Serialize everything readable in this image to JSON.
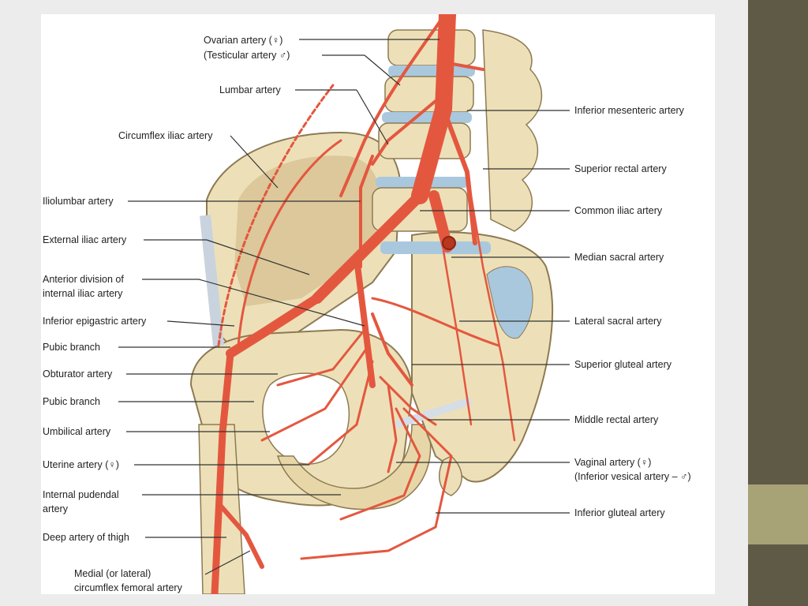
{
  "colors": {
    "bone": "#ede0b8",
    "bone_edge": "#8d7a52",
    "artery": "#e4573f",
    "artery_dark": "#b8371f",
    "disc": "#a9c8de",
    "leader": "#333333",
    "side_band": "#5f5a46",
    "side_block": "#a8a277"
  },
  "labels": {
    "ovarian_1": "Ovarian artery (♀)",
    "ovarian_2": "(Testicular artery ♂)",
    "lumbar": "Lumbar artery",
    "circumflex_iliac": "Circumflex iliac artery",
    "iliolumbar": "Iliolumbar artery",
    "external_iliac": "External iliac artery",
    "anterior_division_1": "Anterior division of",
    "anterior_division_2": "internal iliac artery",
    "inferior_epigastric": "Inferior epigastric artery",
    "pubic_branch_1": "Pubic branch",
    "obturator": "Obturator artery",
    "pubic_branch_2": "Pubic branch",
    "umbilical": "Umbilical artery",
    "uterine": "Uterine artery (♀)",
    "internal_pudendal_1": "Internal pudendal",
    "internal_pudendal_2": "artery",
    "deep_thigh": "Deep artery of thigh",
    "medial_circumflex_1": "Medial (or lateral)",
    "medial_circumflex_2": "circumflex femoral artery",
    "inferior_mesenteric": "Inferior mesenteric artery",
    "superior_rectal": "Superior rectal artery",
    "common_iliac": "Common iliac artery",
    "median_sacral": "Median sacral artery",
    "lateral_sacral": "Lateral sacral artery",
    "superior_gluteal": "Superior gluteal artery",
    "middle_rectal": "Middle rectal artery",
    "vaginal_1": "Vaginal artery (♀)",
    "vaginal_2": "(Inferior vesical artery – ♂)",
    "inferior_gluteal": "Inferior gluteal artery"
  }
}
